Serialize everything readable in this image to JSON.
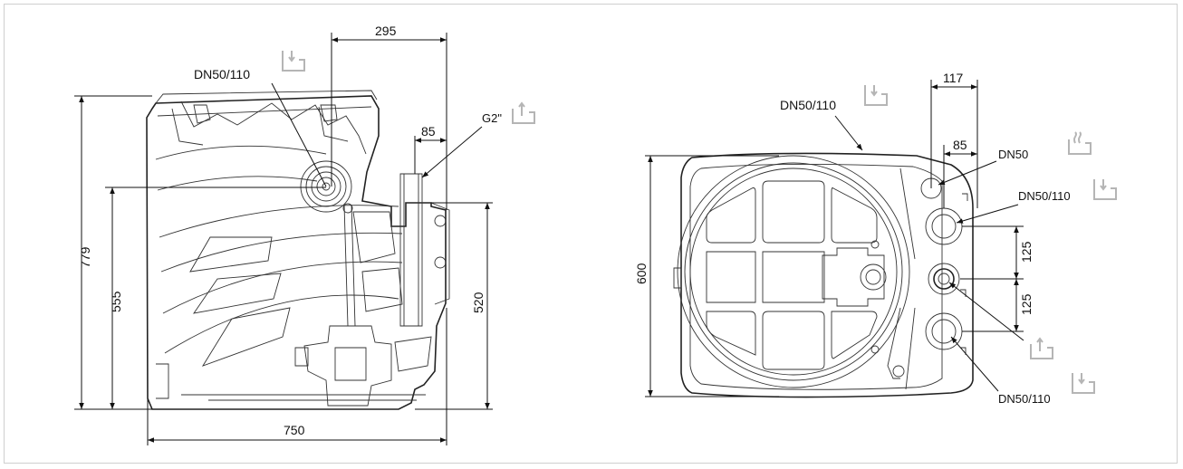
{
  "side_view": {
    "dim_top": "295",
    "dim_outlet": "85",
    "dim_height": "779",
    "dim_inlet_height": "555",
    "dim_outlet_height": "520",
    "dim_width": "750",
    "label_inlet": "DN50/110",
    "label_outlet": "G2\""
  },
  "top_view": {
    "dim_top": "117",
    "dim_inner": "85",
    "dim_depth": "600",
    "dim_spacing_1": "125",
    "dim_spacing_2": "125",
    "label_top_inlet": "DN50/110",
    "label_vent": "DN50",
    "label_inlet_upper": "DN50/110",
    "label_inlet_lower": "DN50/110"
  },
  "icons": {
    "inflow": "inflow-icon",
    "outflow": "outflow-icon",
    "vent": "vent-icon",
    "color": "#b5b5b5"
  }
}
